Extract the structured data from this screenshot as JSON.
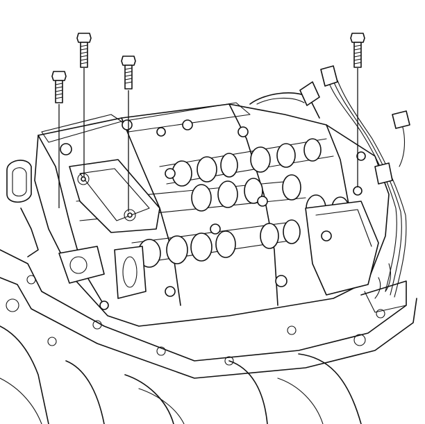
{
  "figure": {
    "colors": {
      "line": "#111111",
      "background": "#ffffff"
    },
    "bolt_count": 4,
    "parts": [
      "valve-body",
      "oil-pan-flange",
      "wiring-harness",
      "connector",
      "spool-valves",
      "mounting-bolts",
      "transmission-case"
    ]
  }
}
